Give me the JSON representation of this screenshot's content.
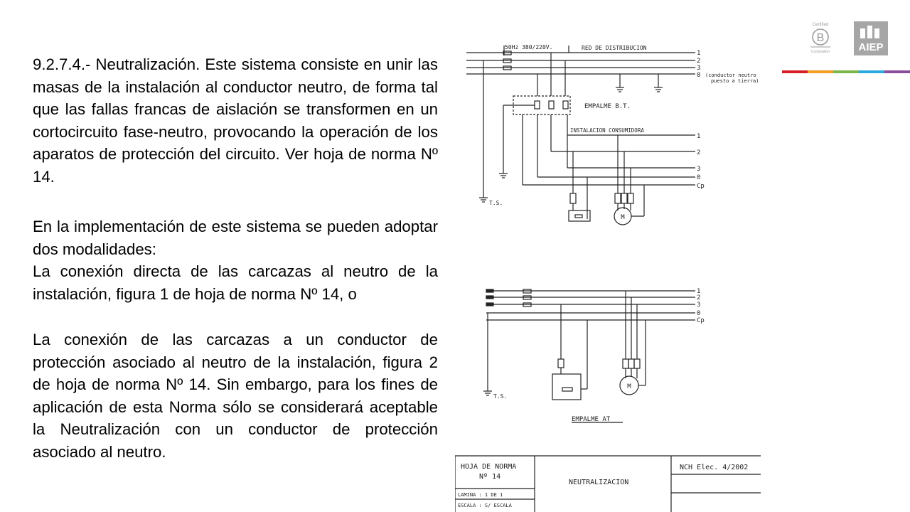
{
  "text": {
    "p1": "9.2.7.4.- Neutralización. Este sistema consiste en unir las masas de la instalación al conductor neutro, de forma tal que las fallas francas de aislación se transformen en un cortocircuito fase-neutro, provocando la operación de los aparatos de protección del circuito. Ver hoja de norma Nº 14.",
    "p2": "En la implementación de este sistema se pueden adoptar dos modalidades:",
    "p3": "La conexión directa de las carcazas al neutro de la instalación, figura 1 de hoja de norma Nº 14, o",
    "p4": "La conexión de las carcazas a un conductor de protección asociado al neutro de la instalación, figura 2 de hoja de norma Nº 14. Sin embargo, para los fines de aplicación de esta Norma sólo se considerará aceptable la Neutralización con un conductor de protección asociado al neutro."
  },
  "logos": {
    "bcorp_top": "Certified",
    "bcorp_letter": "B",
    "bcorp_bottom": "Corporation",
    "aiep": "AIEP",
    "stripe_colors": [
      "#d71f27",
      "#f39c1f",
      "#7ab648",
      "#2aa9e0",
      "#8a4d9c"
    ]
  },
  "fig1": {
    "supply": "50Hz 380/220V.",
    "network": "RED DE DISTRIBUCION",
    "lines": [
      "1",
      "2",
      "3",
      "0"
    ],
    "neutral_note_1": "(conductor neutro",
    "neutral_note_2": "puesto a tierra)",
    "splice": "EMPALME B.T.",
    "installation": "INSTALACION CONSUMIDORA",
    "consumer_lines": [
      "1",
      "2",
      "3",
      "0",
      "Cp"
    ],
    "ground": "T.S.",
    "motor": "M"
  },
  "fig2": {
    "lines": [
      "1",
      "2",
      "3",
      "0",
      "Cp"
    ],
    "ground": "T.S.",
    "motor": "M",
    "splice": "EMPALME AT"
  },
  "sheet": {
    "title_1": "HOJA DE NORMA",
    "title_2": "Nº 14",
    "name": "NEUTRALIZACION",
    "code": "NCH Elec. 4/2002",
    "sheet": "LAMINA : 1 DE 1",
    "scale": "ESCALA : S/ ESCALA"
  }
}
